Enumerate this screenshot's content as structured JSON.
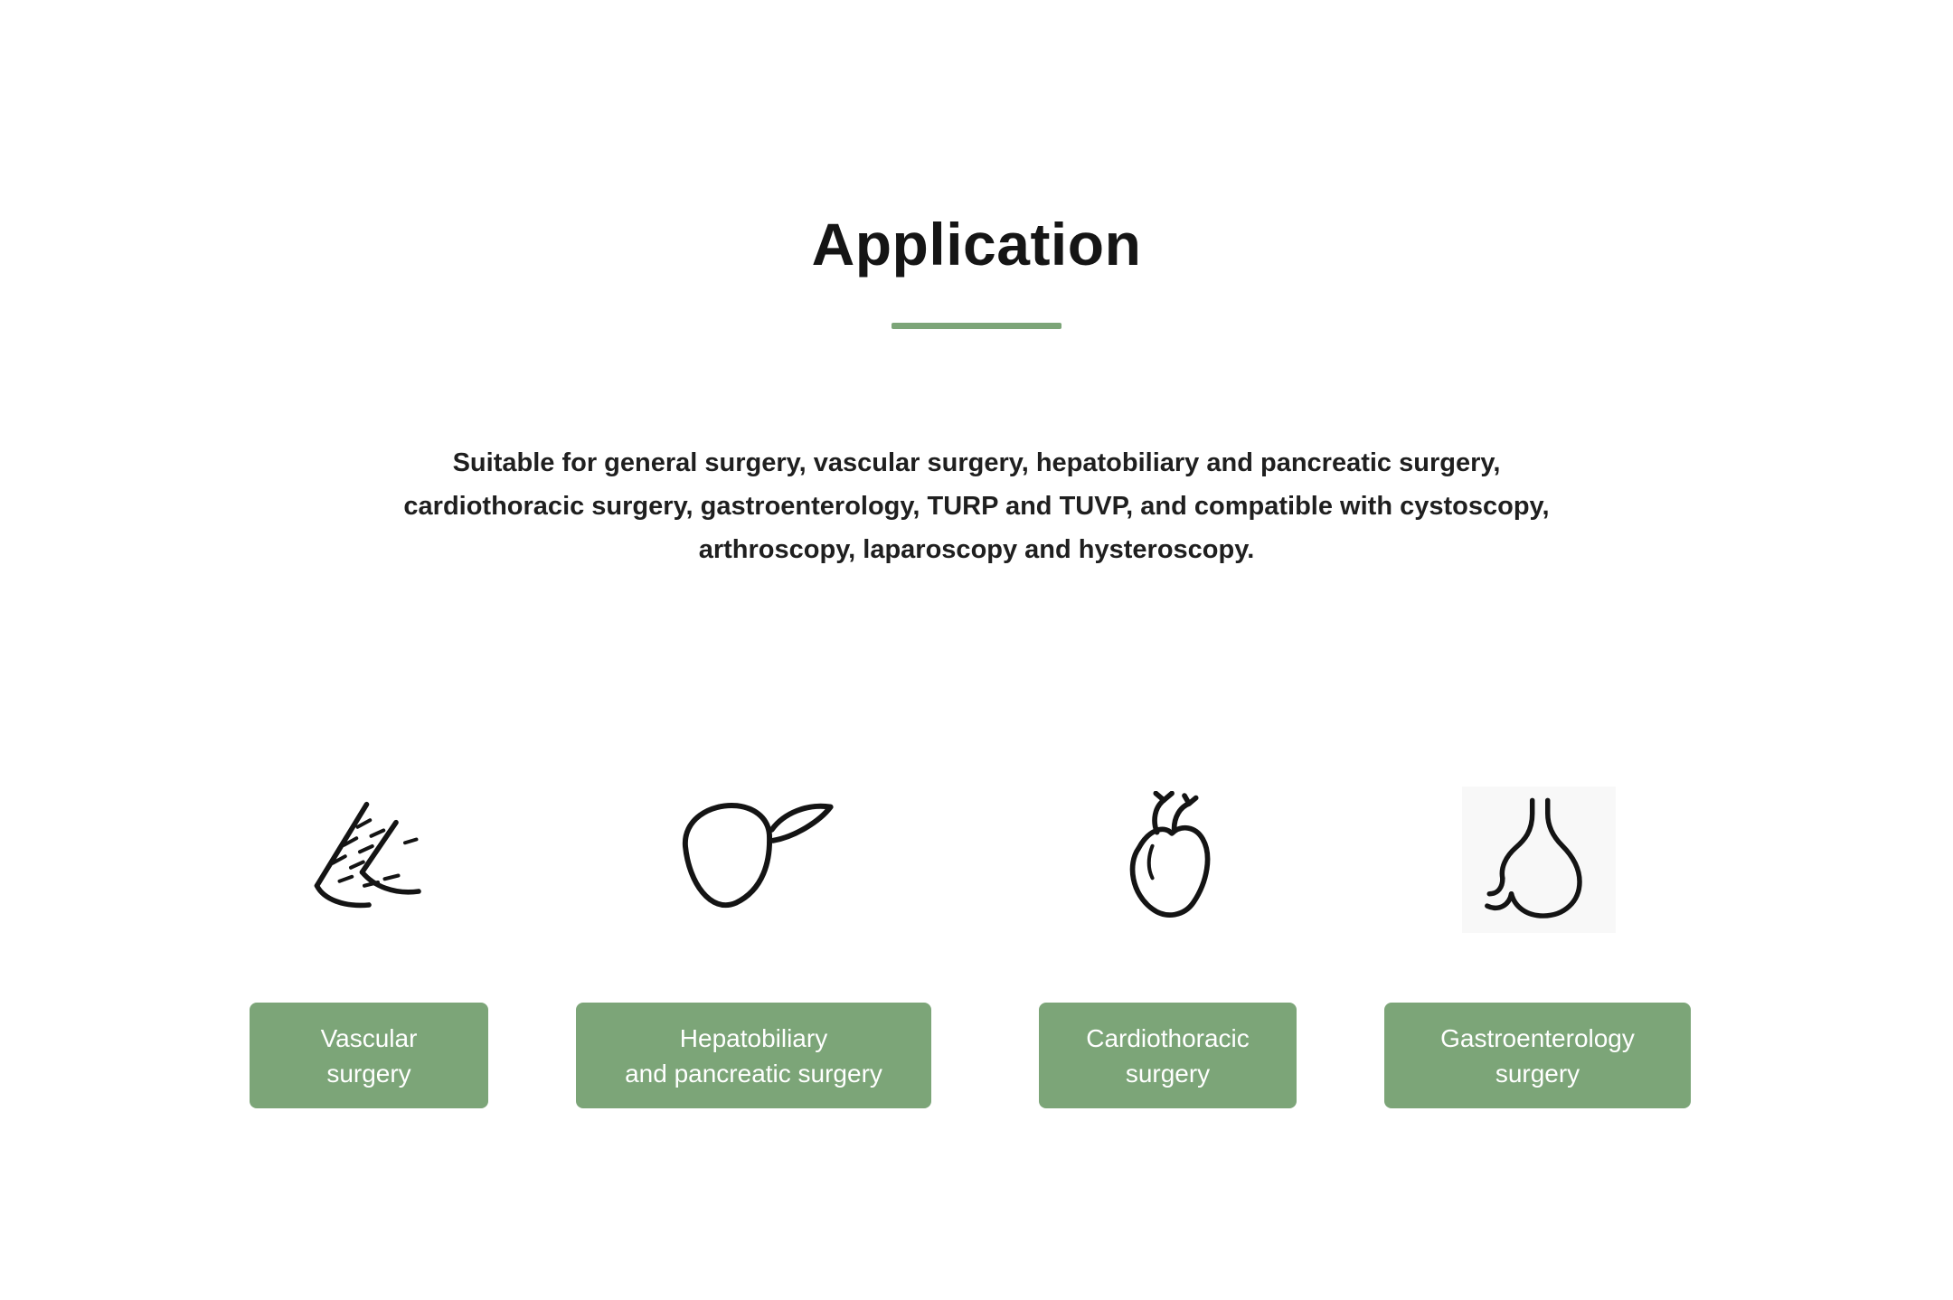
{
  "page": {
    "title": "Application",
    "description": "Suitable for general surgery, vascular surgery, hepatobiliary and pancreatic surgery, cardiothoracic surgery, gastroenterology, TURP and TUVP, and compatible with cystoscopy, arthroscopy, laparoscopy and hysteroscopy."
  },
  "colors": {
    "accent_green": "#7ca578",
    "text_dark": "#1b1b1b",
    "button_text": "#ffffff",
    "icon_stroke": "#141414",
    "stomach_icon_bg": "#f8f8f8"
  },
  "applications": [
    {
      "icon": "vascular-vessel-icon",
      "label_line1": "Vascular",
      "label_line2": "surgery"
    },
    {
      "icon": "liver-icon",
      "label_line1": "Hepatobiliary",
      "label_line2": "and pancreatic surgery"
    },
    {
      "icon": "heart-icon",
      "label_line1": "Cardiothoracic",
      "label_line2": "surgery"
    },
    {
      "icon": "stomach-icon",
      "label_line1": "Gastroenterology",
      "label_line2": "surgery"
    }
  ]
}
